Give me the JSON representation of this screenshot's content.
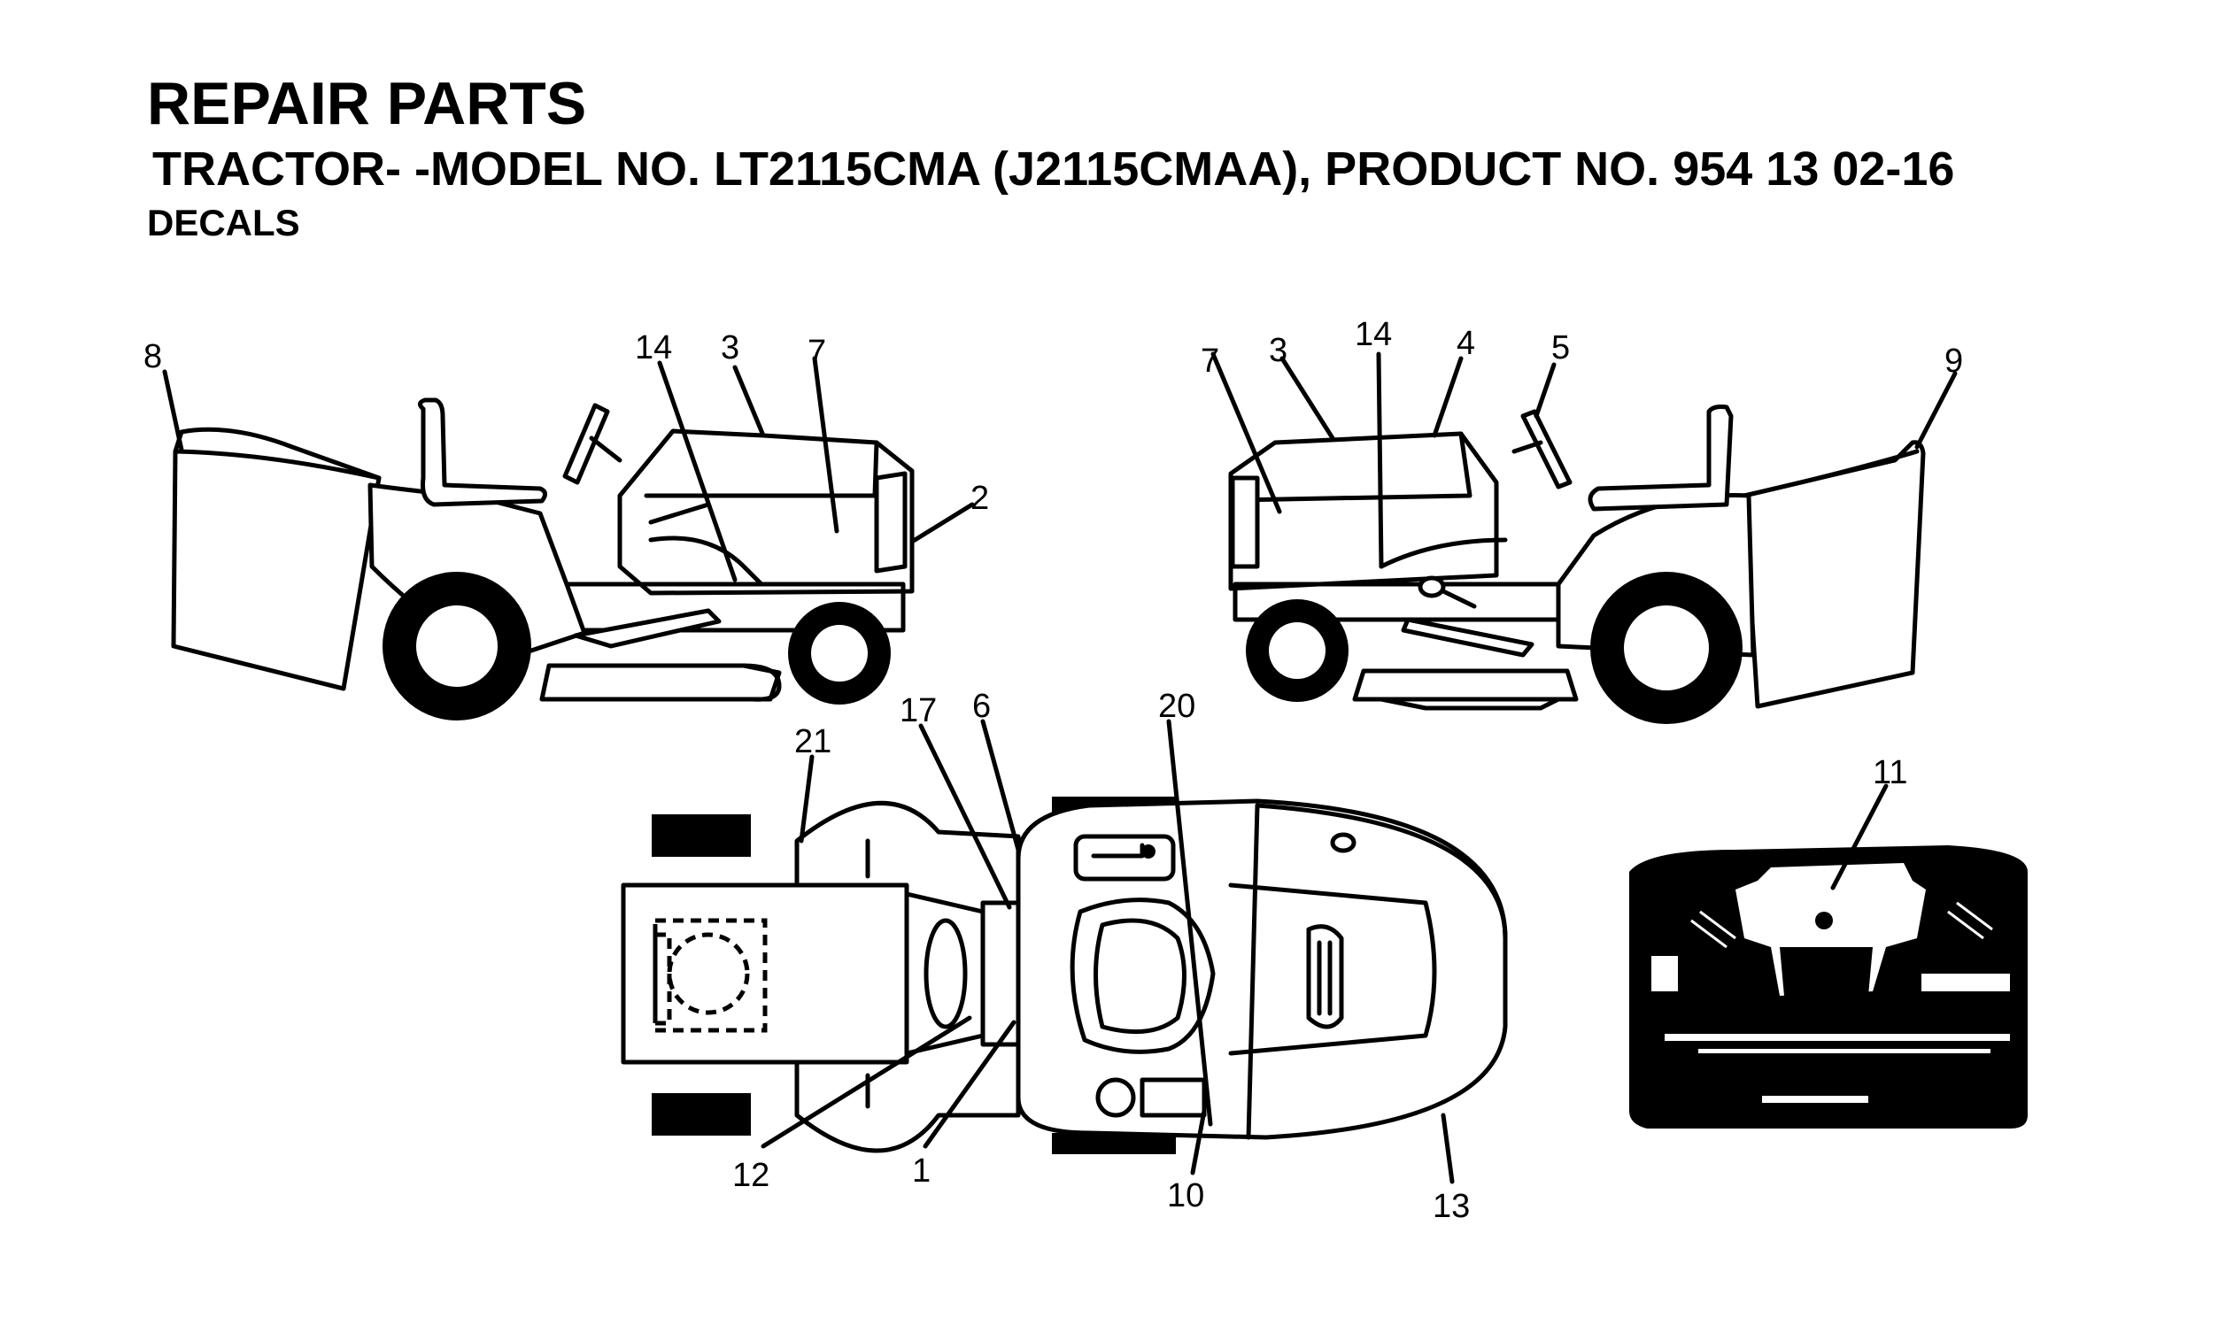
{
  "header": {
    "title": "REPAIR PARTS",
    "subtitle": "TRACTOR- -MODEL NO. LT2115CMA (J2115CMAA), PRODUCT NO. 954 13 02-16",
    "section": "DECALS"
  },
  "callouts": {
    "left_view": [
      "8",
      "14",
      "3",
      "7",
      "2"
    ],
    "right_view": [
      "7",
      "3",
      "14",
      "4",
      "5",
      "9"
    ],
    "top_view": [
      "21",
      "17",
      "6",
      "20",
      "12",
      "1",
      "10",
      "13"
    ],
    "dash_view": [
      "11"
    ]
  },
  "colors": {
    "ink": "#000000",
    "paper": "#ffffff"
  }
}
